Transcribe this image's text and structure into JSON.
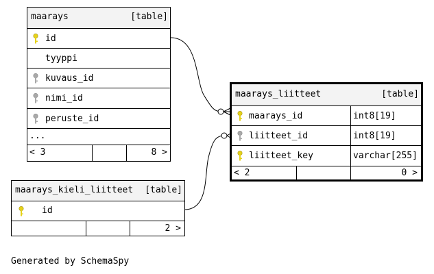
{
  "colors": {
    "primary_key": "#e6d21a",
    "foreign_key": "#a9a9a9",
    "border": "#000000",
    "header_bg": "#f3f3f3"
  },
  "tables": {
    "maarays": {
      "name": "maarays",
      "kind": "[table]",
      "columns": [
        {
          "name": "id",
          "icon": "primary-key-icon"
        },
        {
          "name": "tyyppi",
          "icon": ""
        },
        {
          "name": "kuvaus_id",
          "icon": "foreign-key-icon"
        },
        {
          "name": "nimi_id",
          "icon": "foreign-key-icon"
        },
        {
          "name": "peruste_id",
          "icon": "foreign-key-icon"
        }
      ],
      "more": "...",
      "parents": "< 3",
      "children": "8 >"
    },
    "maarays_liitteet": {
      "name": "maarays_liitteet",
      "kind": "[table]",
      "columns": [
        {
          "name": "maarays_id",
          "type": "int8[19]",
          "icon": "primary-key-icon"
        },
        {
          "name": "liitteet_id",
          "type": "int8[19]",
          "icon": "foreign-key-icon"
        },
        {
          "name": "liitteet_key",
          "type": "varchar[255]",
          "icon": "primary-key-icon"
        }
      ],
      "parents": "< 2",
      "children": "0 >"
    },
    "maarays_kieli_liitteet": {
      "name": "maarays_kieli_liitteet",
      "kind": "[table]",
      "columns": [
        {
          "name": "id",
          "icon": "primary-key-icon"
        }
      ],
      "parents": "",
      "children": "2 >"
    }
  },
  "footer": "Generated by SchemaSpy"
}
